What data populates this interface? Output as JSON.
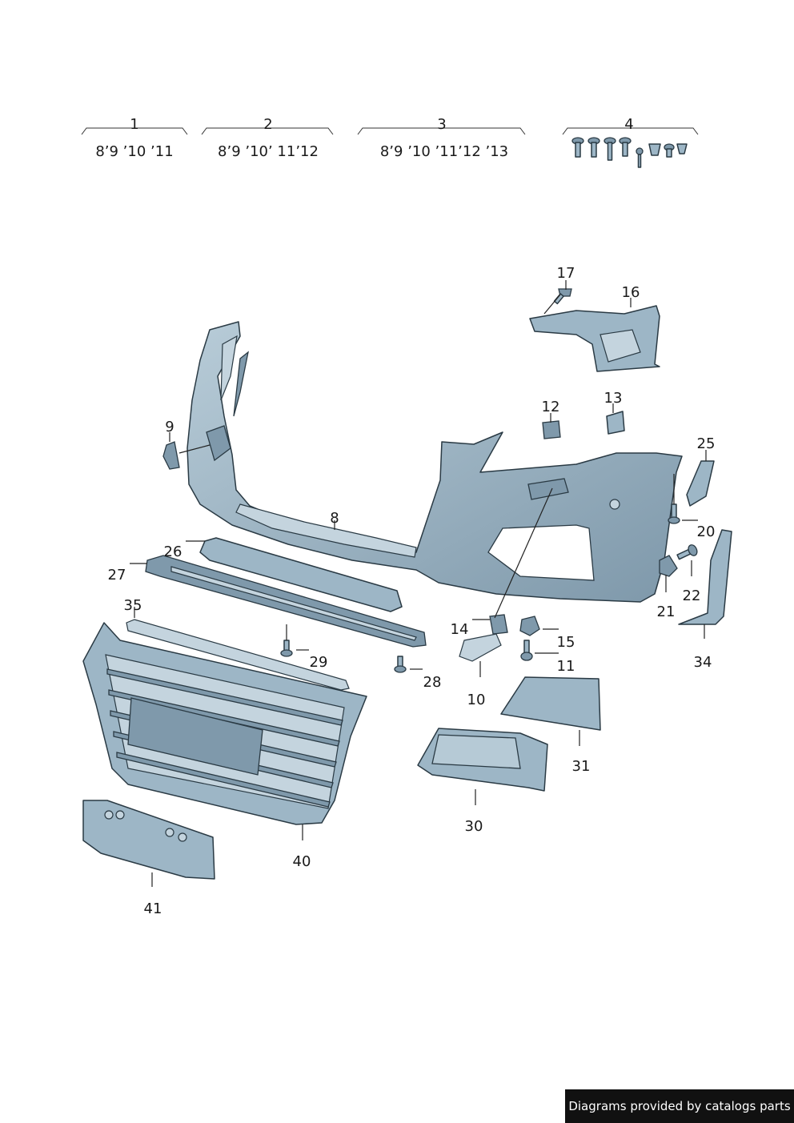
{
  "groups": [
    {
      "number": "1",
      "members": "8’9 ’10 ’11"
    },
    {
      "number": "2",
      "members": "8’9 ’10’ 11’12"
    },
    {
      "number": "3",
      "members": "8’9 ’10 ’11’12 ’13"
    },
    {
      "number": "4",
      "members": ""
    }
  ],
  "callouts": [
    "17",
    "16",
    "12",
    "13",
    "9",
    "25",
    "8",
    "20",
    "26",
    "27",
    "22",
    "21",
    "35",
    "14",
    "15",
    "29",
    "11",
    "34",
    "28",
    "10",
    "31",
    "30",
    "40",
    "41"
  ],
  "footer": "Diagrams provided by catalogs parts"
}
